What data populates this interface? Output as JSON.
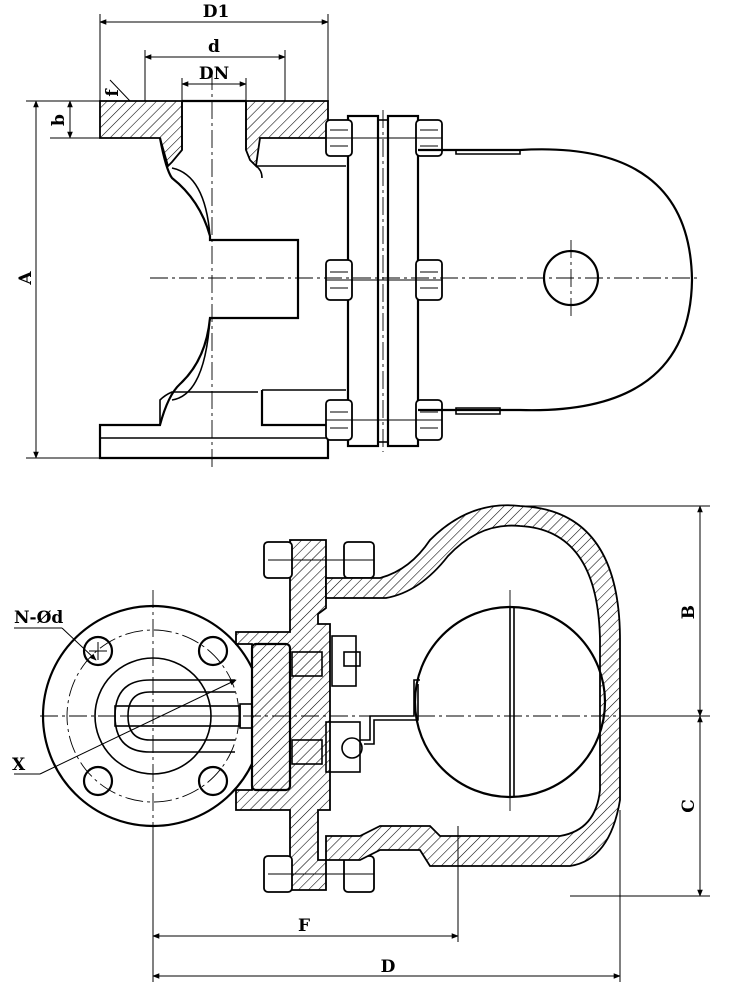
{
  "labels": {
    "D1": "D1",
    "d": "d",
    "DN": "DN",
    "f": "f",
    "b": "b",
    "A": "A",
    "B": "B",
    "C": "C",
    "F": "F",
    "D": "D",
    "N_d": "N-Ød",
    "X": "X"
  }
}
